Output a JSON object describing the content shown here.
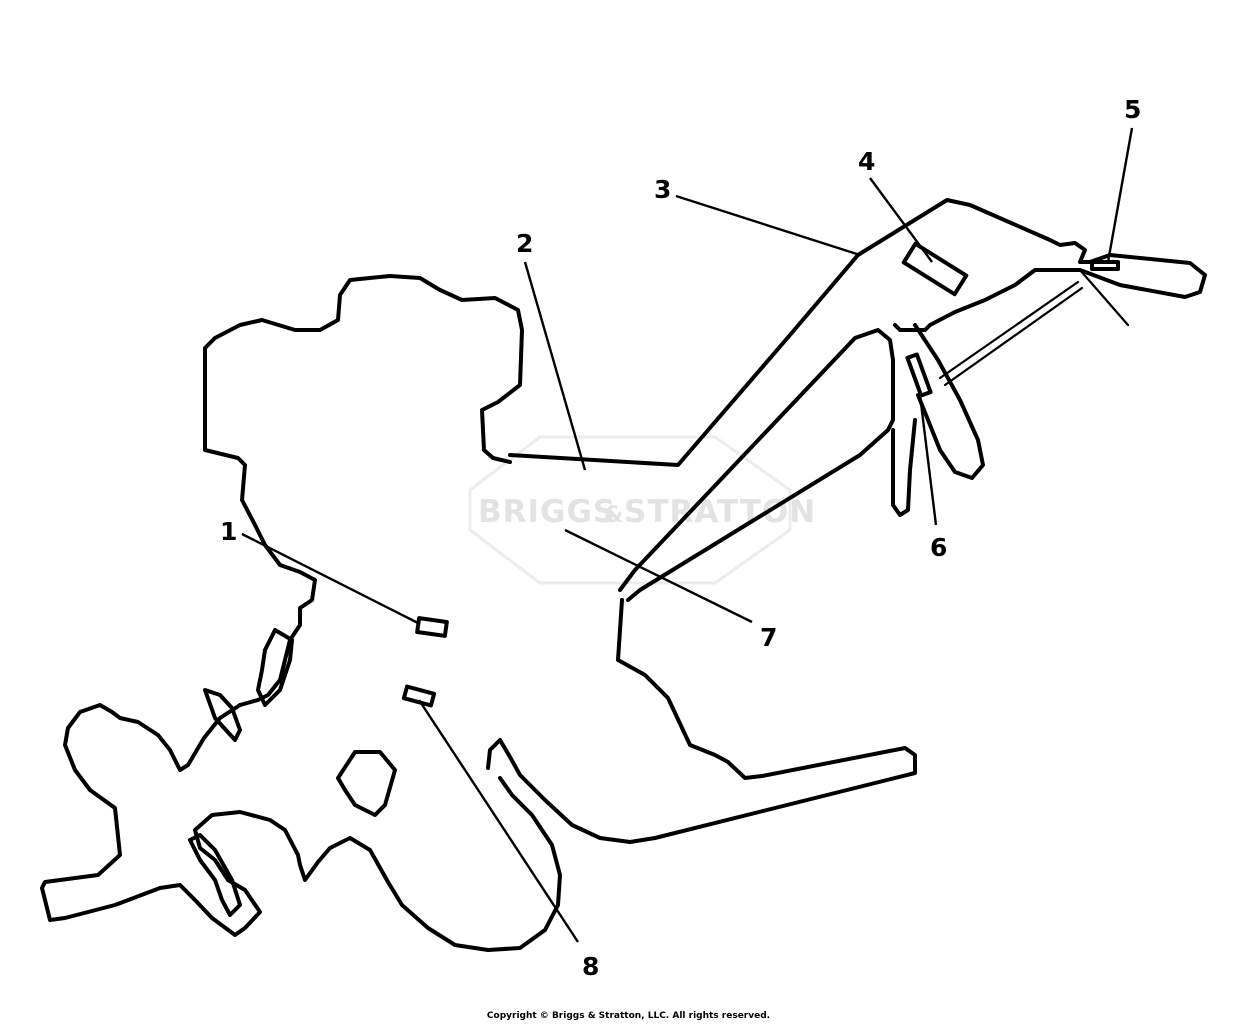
{
  "watermark": {
    "brand_left": "BRIGGS",
    "brand_amp": "&",
    "brand_right": "STRATTON",
    "color": "#e3e3e3"
  },
  "callouts": [
    {
      "id": "1",
      "label": "1"
    },
    {
      "id": "2",
      "label": "2"
    },
    {
      "id": "3",
      "label": "3"
    },
    {
      "id": "4",
      "label": "4"
    },
    {
      "id": "5",
      "label": "5"
    },
    {
      "id": "6",
      "label": "6"
    },
    {
      "id": "7",
      "label": "7"
    },
    {
      "id": "8",
      "label": "8"
    }
  ],
  "footer": {
    "copyright": "Copyright © Briggs & Stratton, LLC. All rights reserved."
  },
  "colors": {
    "line": "#000000",
    "background": "#ffffff"
  }
}
